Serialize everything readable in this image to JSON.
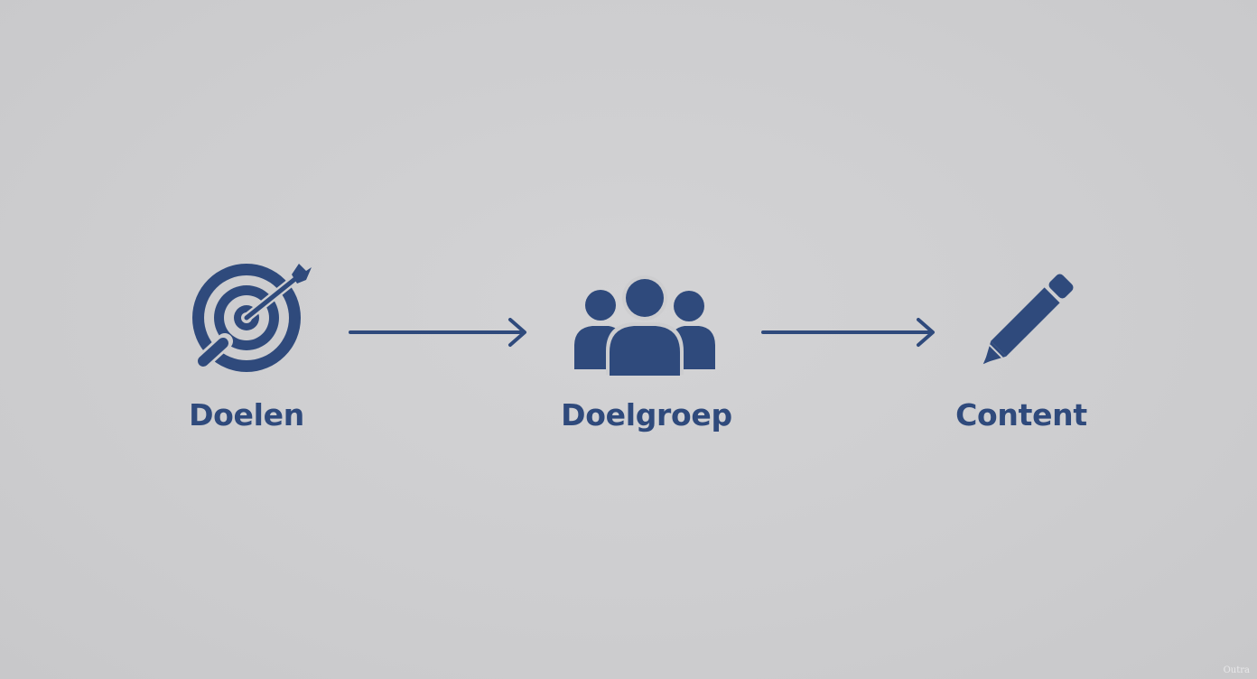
{
  "diagram": {
    "accent_color": "#2f4a7c",
    "background_color": "#cdcdcf",
    "steps": [
      {
        "icon": "target-arrow-icon",
        "label": "Doelen"
      },
      {
        "icon": "people-group-icon",
        "label": "Doelgroep"
      },
      {
        "icon": "pencil-icon",
        "label": "Content"
      }
    ],
    "connectors": [
      {
        "from": "Doelen",
        "to": "Doelgroep",
        "icon": "arrow-right-icon"
      },
      {
        "from": "Doelgroep",
        "to": "Content",
        "icon": "arrow-right-icon"
      }
    ]
  },
  "watermark": {
    "text": "Outra"
  }
}
